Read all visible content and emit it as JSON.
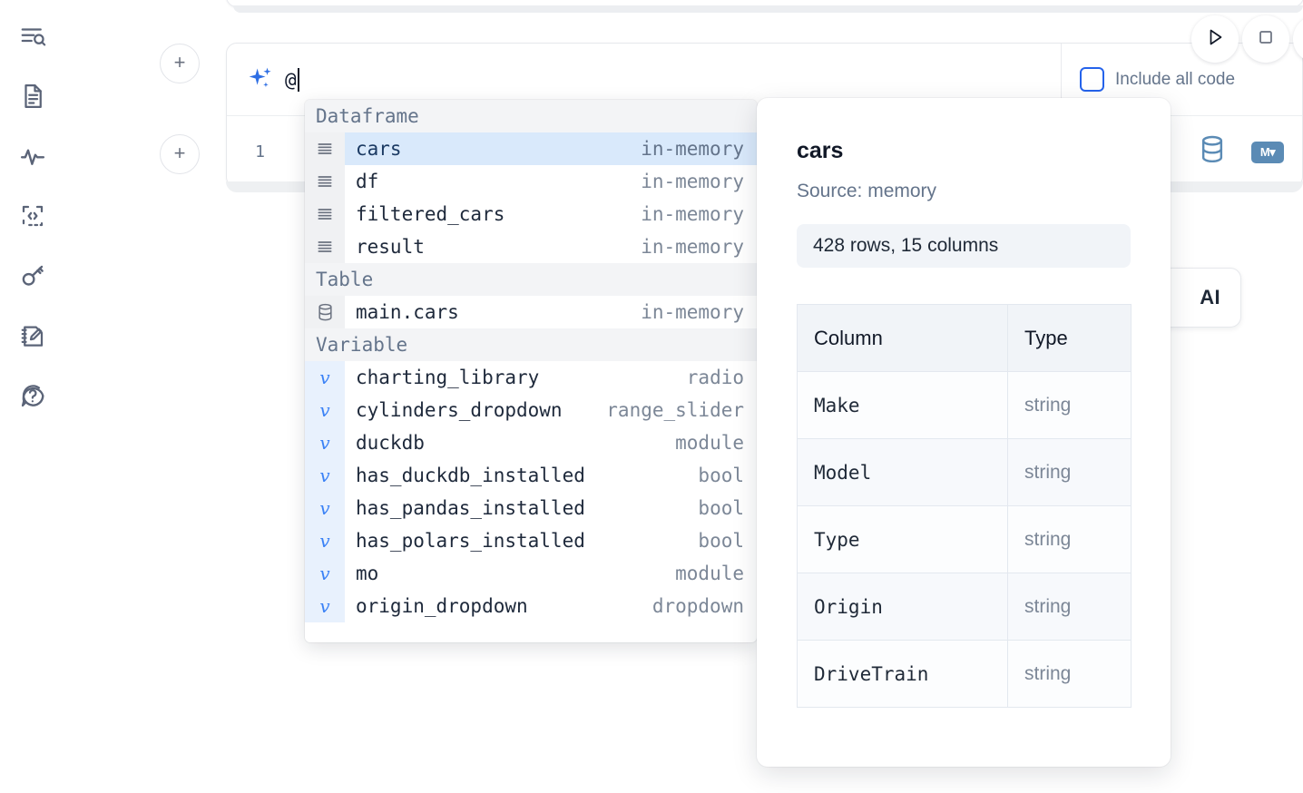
{
  "sidebar": {
    "items": [
      {
        "name": "explore-icon",
        "label": "Explore"
      },
      {
        "name": "document-icon",
        "label": "Notebook"
      },
      {
        "name": "activity-icon",
        "label": "Activity"
      },
      {
        "name": "snippets-icon",
        "label": "Snippets"
      },
      {
        "name": "key-icon",
        "label": "Secrets"
      },
      {
        "name": "scratchpad-icon",
        "label": "Scratchpad"
      },
      {
        "name": "help-icon",
        "label": "Help"
      }
    ]
  },
  "toolbar": {
    "run_label": "Run",
    "stop_label": "Stop",
    "add_cell_label": "+"
  },
  "ai_prompt": {
    "value": "@",
    "placeholder": "",
    "include_all_code_label": "Include all code",
    "include_all_code_checked": false,
    "sparkle_icon": "sparkle-icon"
  },
  "code_cell": {
    "line_number": "1",
    "database_icon": "database-icon",
    "markdown_icon": "markdown-icon",
    "markdown_badge": "M"
  },
  "ai_chip": {
    "label": "AI"
  },
  "autocomplete": {
    "groups": [
      {
        "label": "Dataframe",
        "items": [
          {
            "icon": "dataframe-icon",
            "name": "cars",
            "type": "in-memory",
            "selected": true
          },
          {
            "icon": "dataframe-icon",
            "name": "df",
            "type": "in-memory",
            "selected": false
          },
          {
            "icon": "dataframe-icon",
            "name": "filtered_cars",
            "type": "in-memory",
            "selected": false
          },
          {
            "icon": "dataframe-icon",
            "name": "result",
            "type": "in-memory",
            "selected": false
          }
        ]
      },
      {
        "label": "Table",
        "items": [
          {
            "icon": "database-icon",
            "name": "main.cars",
            "type": "in-memory",
            "selected": false
          }
        ]
      },
      {
        "label": "Variable",
        "items": [
          {
            "icon": "variable-icon",
            "name": "charting_library",
            "type": "radio",
            "selected": false
          },
          {
            "icon": "variable-icon",
            "name": "cylinders_dropdown",
            "type": "range_slider",
            "selected": false
          },
          {
            "icon": "variable-icon",
            "name": "duckdb",
            "type": "module",
            "selected": false
          },
          {
            "icon": "variable-icon",
            "name": "has_duckdb_installed",
            "type": "bool",
            "selected": false
          },
          {
            "icon": "variable-icon",
            "name": "has_pandas_installed",
            "type": "bool",
            "selected": false
          },
          {
            "icon": "variable-icon",
            "name": "has_polars_installed",
            "type": "bool",
            "selected": false
          },
          {
            "icon": "variable-icon",
            "name": "mo",
            "type": "module",
            "selected": false
          },
          {
            "icon": "variable-icon",
            "name": "origin_dropdown",
            "type": "dropdown",
            "selected": false
          }
        ]
      }
    ]
  },
  "detail": {
    "title": "cars",
    "source": "Source: memory",
    "shape": "428 rows, 15 columns",
    "columns_header": "Column",
    "type_header": "Type",
    "rows": [
      {
        "column": "Make",
        "type": "string"
      },
      {
        "column": "Model",
        "type": "string"
      },
      {
        "column": "Type",
        "type": "string"
      },
      {
        "column": "Origin",
        "type": "string"
      },
      {
        "column": "DriveTrain",
        "type": "string"
      }
    ]
  },
  "colors": {
    "accent": "#2563eb",
    "selection": "#d9e9fb",
    "icon_muted": "#5b6478",
    "type_muted": "#7c8797"
  }
}
